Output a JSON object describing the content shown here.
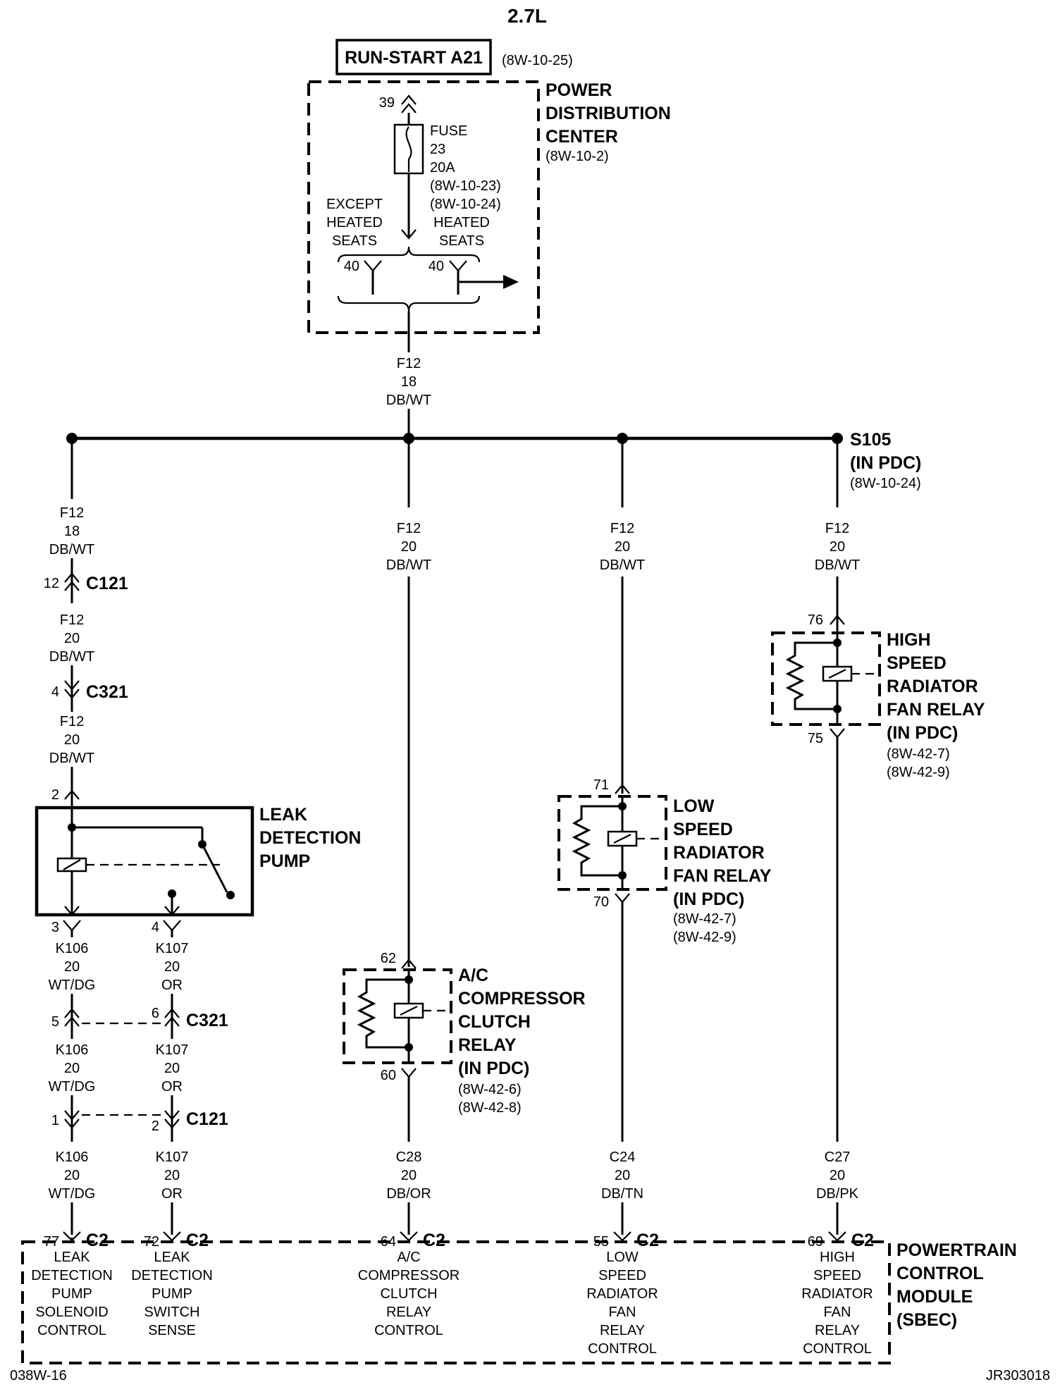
{
  "title": "2.7L",
  "run_start": {
    "label": "RUN-START A21",
    "ref": "(8W-10-25)"
  },
  "pdc": {
    "name_lines": [
      "POWER",
      "DISTRIBUTION",
      "CENTER"
    ],
    "ref": "(8W-10-2)",
    "pin_in": "39",
    "fuse_lines": [
      "FUSE",
      "23",
      "20A",
      "(8W-10-23)",
      "(8W-10-24)"
    ],
    "except_heated": [
      "EXCEPT",
      "HEATED",
      "SEATS"
    ],
    "heated": [
      "HEATED",
      "SEATS"
    ],
    "pin_out_left": "40",
    "pin_out_right": "40"
  },
  "wires": {
    "main": [
      "F12",
      "18",
      "DB/WT"
    ],
    "left_top": [
      "F12",
      "18",
      "DB/WT"
    ],
    "left_mid": [
      "F12",
      "20",
      "DB/WT"
    ],
    "left_low": [
      "F12",
      "20",
      "DB/WT"
    ],
    "ac_feed": [
      "F12",
      "20",
      "DB/WT"
    ],
    "low_feed": [
      "F12",
      "20",
      "DB/WT"
    ],
    "high_feed": [
      "F12",
      "20",
      "DB/WT"
    ],
    "k106_1": [
      "K106",
      "20",
      "WT/DG"
    ],
    "k107_1": [
      "K107",
      "20",
      "OR"
    ],
    "k106_2": [
      "K106",
      "20",
      "WT/DG"
    ],
    "k107_2": [
      "K107",
      "20",
      "OR"
    ],
    "k106_3": [
      "K106",
      "20",
      "WT/DG"
    ],
    "k107_3": [
      "K107",
      "20",
      "OR"
    ],
    "c28": [
      "C28",
      "20",
      "DB/OR"
    ],
    "c24": [
      "C24",
      "20",
      "DB/TN"
    ],
    "c27": [
      "C27",
      "20",
      "DB/PK"
    ]
  },
  "splice": {
    "name": "S105",
    "loc": "(IN PDC)",
    "ref": "(8W-10-24)"
  },
  "connectors": {
    "c121_top": {
      "pin": "12",
      "name": "C121"
    },
    "c321_top": {
      "pin": "4",
      "name": "C321"
    },
    "c321_k106": {
      "pin": "5"
    },
    "c321_k107": {
      "pin": "6",
      "name": "C321"
    },
    "c121_k106": {
      "pin": "1"
    },
    "c121_k107": {
      "pin": "2",
      "name": "C121"
    }
  },
  "leak_pump": {
    "name_lines": [
      "LEAK",
      "DETECTION",
      "PUMP"
    ],
    "pin_in": "2",
    "pin_k106": "3",
    "pin_k107": "4"
  },
  "ac_relay": {
    "name_lines": [
      "A/C",
      "COMPRESSOR",
      "CLUTCH",
      "RELAY",
      "(IN PDC)"
    ],
    "refs": [
      "(8W-42-6)",
      "(8W-42-8)"
    ],
    "pin_in": "62",
    "pin_out": "60"
  },
  "low_relay": {
    "name_lines": [
      "LOW",
      "SPEED",
      "RADIATOR",
      "FAN RELAY",
      "(IN PDC)"
    ],
    "refs": [
      "(8W-42-7)",
      "(8W-42-9)"
    ],
    "pin_in": "71",
    "pin_out": "70"
  },
  "high_relay": {
    "name_lines": [
      "HIGH",
      "SPEED",
      "RADIATOR",
      "FAN RELAY",
      "(IN PDC)"
    ],
    "refs": [
      "(8W-42-7)",
      "(8W-42-9)"
    ],
    "pin_in": "76",
    "pin_out": "75"
  },
  "pcm": {
    "name_lines": [
      "POWERTRAIN",
      "CONTROL",
      "MODULE",
      "(SBEC)"
    ],
    "connector": "C2",
    "pins": [
      {
        "pin": "77",
        "label_lines": [
          "LEAK",
          "DETECTION",
          "PUMP",
          "SOLENOID",
          "CONTROL"
        ]
      },
      {
        "pin": "72",
        "label_lines": [
          "LEAK",
          "DETECTION",
          "PUMP",
          "SWITCH",
          "SENSE"
        ]
      },
      {
        "pin": "64",
        "label_lines": [
          "A/C",
          "COMPRESSOR",
          "CLUTCH",
          "RELAY",
          "CONTROL"
        ]
      },
      {
        "pin": "55",
        "label_lines": [
          "LOW",
          "SPEED",
          "RADIATOR",
          "FAN",
          "RELAY",
          "CONTROL"
        ]
      },
      {
        "pin": "69",
        "label_lines": [
          "HIGH",
          "SPEED",
          "RADIATOR",
          "FAN",
          "RELAY",
          "CONTROL"
        ]
      }
    ]
  },
  "footer": {
    "left": "038W-16",
    "right": "JR303018"
  }
}
